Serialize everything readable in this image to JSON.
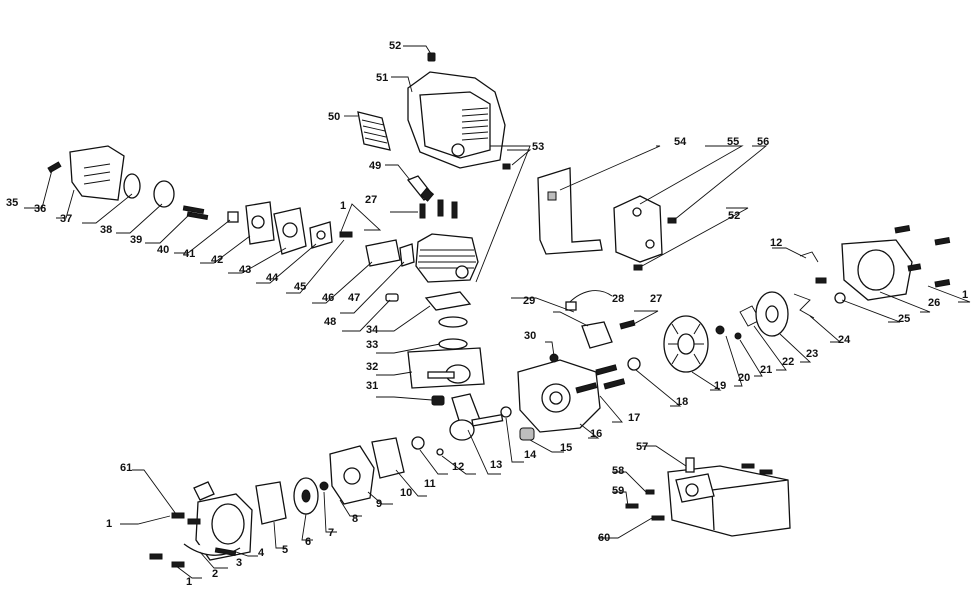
{
  "diagram": {
    "labels": {
      "p1a": "1",
      "p1b": "1",
      "p1c": "1",
      "p1d": "1",
      "p2": "2",
      "p3": "3",
      "p4": "4",
      "p5": "5",
      "p6": "6",
      "p7": "7",
      "p8": "8",
      "p9": "9",
      "p10": "10",
      "p11": "11",
      "p12a": "12",
      "p12b": "12",
      "p13": "13",
      "p14": "14",
      "p15": "15",
      "p16": "16",
      "p17": "17",
      "p18": "18",
      "p19": "19",
      "p20": "20",
      "p21": "21",
      "p22": "22",
      "p23": "23",
      "p24": "24",
      "p25": "25",
      "p26": "26",
      "p27a": "27",
      "p27b": "27",
      "p28": "28",
      "p29": "29",
      "p30": "30",
      "p31": "31",
      "p32": "32",
      "p33": "33",
      "p34": "34",
      "p35": "35",
      "p36": "36",
      "p37": "37",
      "p38": "38",
      "p39": "39",
      "p40": "40",
      "p41": "41",
      "p42": "42",
      "p43": "43",
      "p44": "44",
      "p45": "45",
      "p46": "46",
      "p47": "47",
      "p48": "48",
      "p49": "49",
      "p50": "50",
      "p51": "51",
      "p52a": "52",
      "p52b": "52",
      "p53": "53",
      "p54": "54",
      "p55": "55",
      "p56": "56",
      "p57": "57",
      "p58": "58",
      "p59": "59",
      "p60": "60",
      "p61": "61"
    }
  }
}
